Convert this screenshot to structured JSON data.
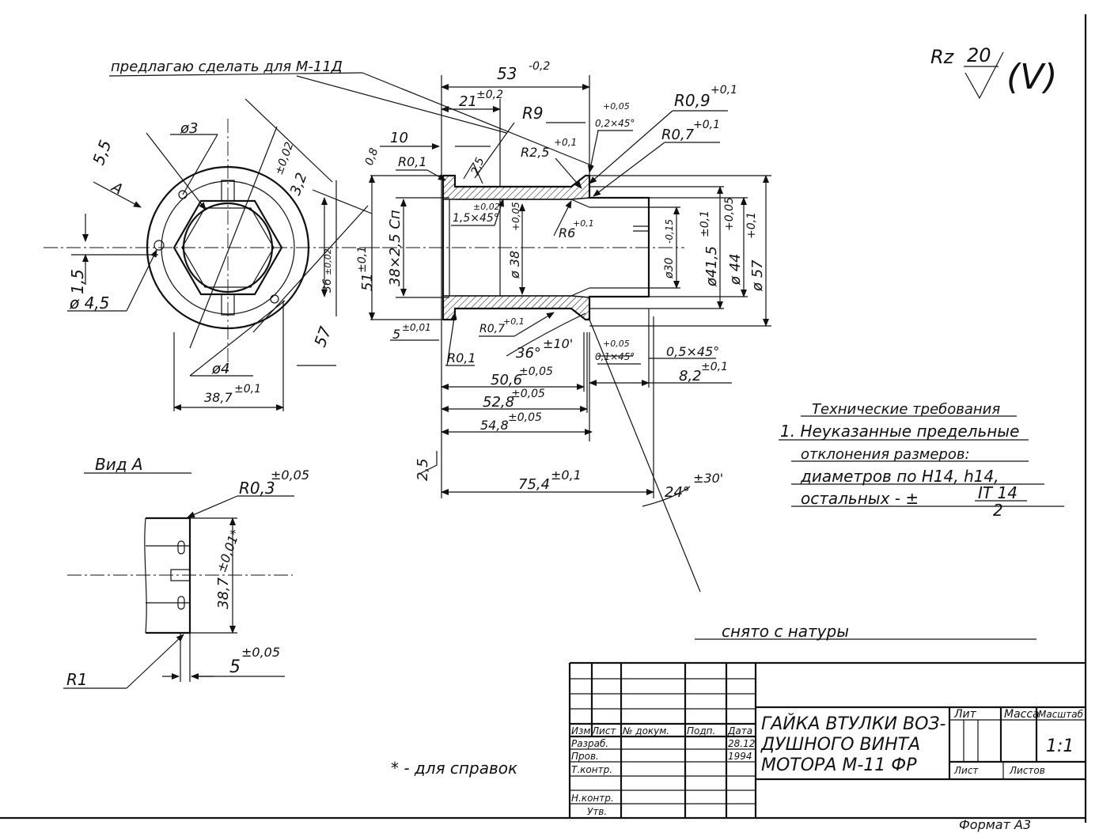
{
  "surface_roughness": {
    "param": "Rz",
    "value": "20",
    "rest_mark": "(V)"
  },
  "note_top": "предлагаю сделать для М-11Д",
  "left_view": {
    "d3": "ø3",
    "d4": "ø4",
    "d45": "ø 4,5",
    "dim_55": "5,5",
    "dim_15": "1,5",
    "dim_32": "3,2",
    "tol_32": "±0,02",
    "dim_36": "36",
    "tol_36": "±0,02",
    "dim_51": "51",
    "tol_51": "±0,1",
    "dim_57": "57",
    "dim_387": "38,7",
    "tol_387": "±0,1",
    "arrow_a": "А"
  },
  "section": {
    "dim_53": "53",
    "tol_53": "-0,2",
    "dim_21": "21",
    "tol_21": "±0,2",
    "dim_10": "10",
    "dim_08": "0,8",
    "r01_top": "R0,1",
    "r9": "R9",
    "r25": "R2,5",
    "tol_r25": "+0,1",
    "r09": "R0,9",
    "tol_r09": "+0,1",
    "r07_top": "R0,7",
    "tol_r07_top": "+0,1",
    "chamf_02": "0,2×45°",
    "tol_chamf_02": "+0,05",
    "chamf_15": "1,5×45°",
    "tol_chamf_15": "±0,02",
    "thread": "38×2,5 Сп",
    "d38": "ø 38",
    "tol_d38": "+0,05",
    "r6": "R6",
    "tol_r6": "+0,1",
    "d30": "ø30",
    "tol_d30": "-0,15",
    "d415": "ø41,5",
    "tol_d415": "±0,1",
    "d44": "ø 44",
    "tol_d44": "+0,05",
    "d57": "ø 57",
    "tol_d57": "+0,1",
    "dim_5": "5",
    "tol_5": "±0,01",
    "r01_bot": "R0,1",
    "r07_bot": "R0,7",
    "tol_r07_bot": "+0,1",
    "angle_36": "36°",
    "tol_angle_36": "±10'",
    "chamf_01": "0,1×45°",
    "tol_chamf_01": "+0,05",
    "chamf_05": "0,5×45°",
    "dim_82": "8,2",
    "tol_82": "±0,1",
    "dim_506": "50,6",
    "tol_506": "±0,05",
    "dim_528": "52,8",
    "tol_528": "±0,05",
    "dim_548": "54,8",
    "tol_548": "±0,05",
    "rough_25a": "2,5",
    "rough_25b": "2,5",
    "dim_754": "75,4",
    "tol_754": "±0,1",
    "angle_24": "24°",
    "tol_angle_24": "±30'"
  },
  "view_a": {
    "title": "Вид А",
    "r03": "R0,3",
    "tol_r03": "±0,05",
    "dim_387": "38,7",
    "tol_387": "±0,01*",
    "dim_5": "5",
    "tol_5": "±0,05",
    "r1": "R1"
  },
  "tech_req": {
    "title": "Технические требования",
    "line1": "1. Неуказанные   предельные",
    "line2": "отклонения размеров:",
    "line3": "диаметров по Н14, h14,",
    "line4": "остальных  -  ±",
    "frac_num": "IT 14",
    "frac_den": "2"
  },
  "from_nature": "снято с натуры",
  "ref_note": "* - для справок",
  "title_block": {
    "col_izm": "Изм.",
    "col_list": "Лист",
    "col_doc": "№ докум.",
    "col_sign": "Подп.",
    "col_date": "Дата",
    "row_razrab": "Разраб.",
    "row_prov": "Пров.",
    "row_tkontr": "Т.контр.",
    "row_nkontr": "Н.контр.",
    "row_utv": "Утв.",
    "date_day": "28.12",
    "date_year": "1994",
    "name_1": "ГАЙКА  ВТУЛКИ  ВОЗ-",
    "name_2": "ДУШНОГО  ВИНТА",
    "name_3": "МОТОРА   М-11 ФР",
    "lit": "Лит",
    "mass": "Масса",
    "scale_h": "Масштаб",
    "scale_v": "1:1",
    "sheet": "Лист",
    "sheets": "Листов",
    "format": "Формат  А3"
  }
}
